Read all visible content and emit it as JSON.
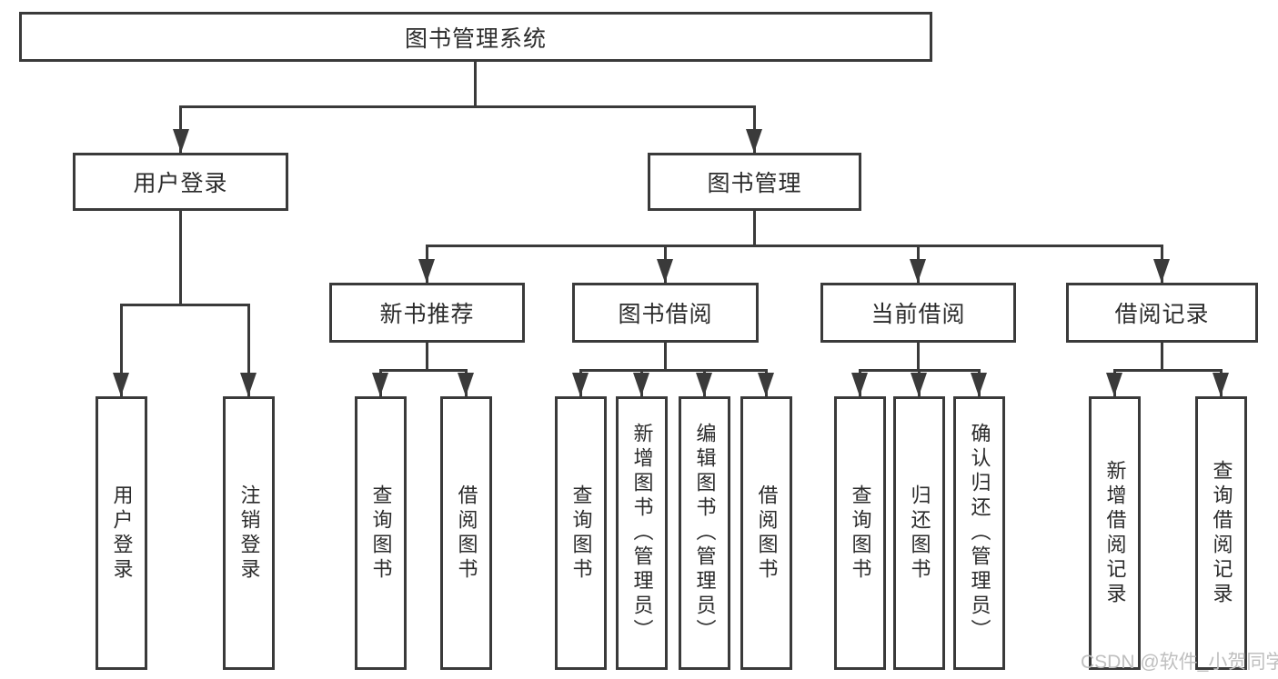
{
  "diagram": {
    "root": {
      "label": "图书管理系统"
    },
    "level2": [
      {
        "label": "用户登录"
      },
      {
        "label": "图书管理"
      }
    ],
    "level3": [
      {
        "label": "新书推荐"
      },
      {
        "label": "图书借阅"
      },
      {
        "label": "当前借阅"
      },
      {
        "label": "借阅记录"
      }
    ],
    "leaves": [
      {
        "label": "用户登录"
      },
      {
        "label": "注销登录"
      },
      {
        "label": "查询图书"
      },
      {
        "label": "借阅图书"
      },
      {
        "label": "查询图书"
      },
      {
        "label": "新增图书（管理员）"
      },
      {
        "label": "编辑图书（管理员）"
      },
      {
        "label": "借阅图书"
      },
      {
        "label": "查询图书"
      },
      {
        "label": "归还图书"
      },
      {
        "label": "确认归还（管理员）"
      },
      {
        "label": "新增借阅记录"
      },
      {
        "label": "查询借阅记录"
      }
    ]
  },
  "colors": {
    "line": "#3a3a3a",
    "text": "#2b2b2b",
    "watermark": "#bfbfbf",
    "background": "#ffffff"
  },
  "watermark": {
    "text": "CSDN @软件_小贺同学"
  }
}
